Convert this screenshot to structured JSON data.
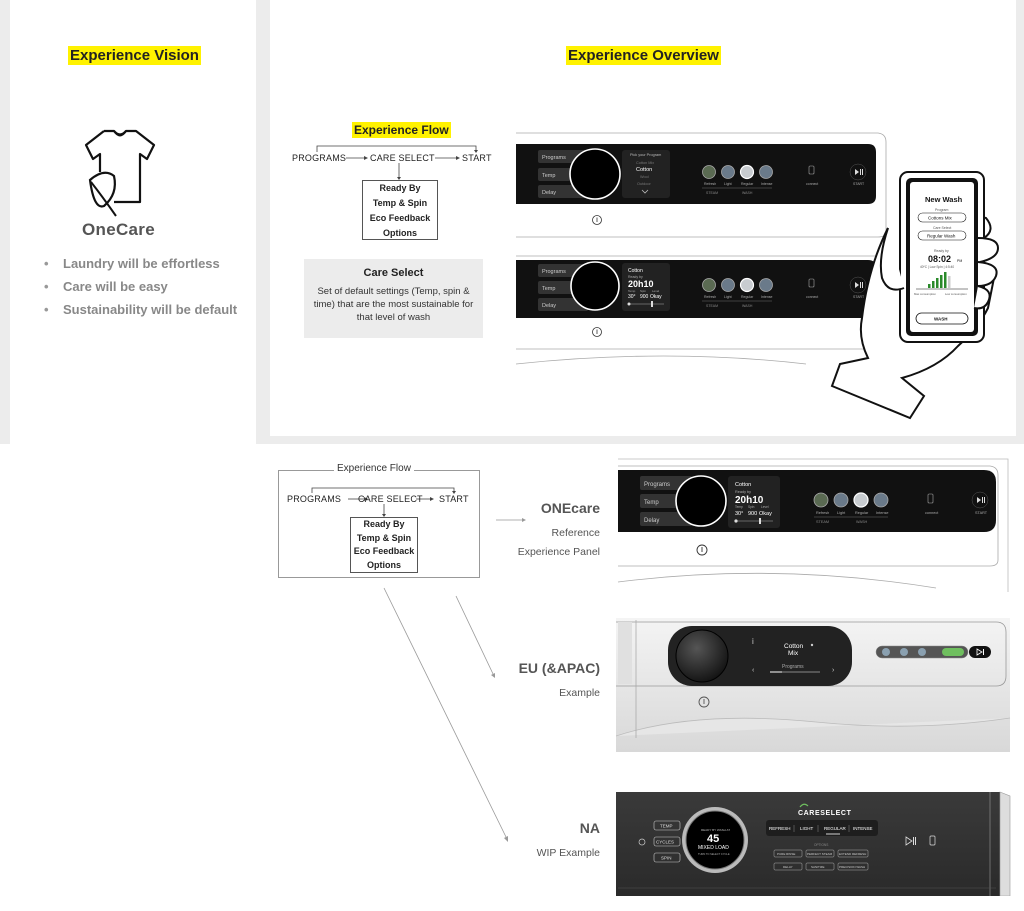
{
  "vision": {
    "title": "Experience Vision",
    "brand": "OneCare",
    "bullets": [
      "Laundry will be effortless",
      "Care will be easy",
      "Sustainability will be default"
    ]
  },
  "overview": {
    "title": "Experience Overview",
    "flow_title": "Experience Flow",
    "flow": {
      "programs": "PROGRAMS",
      "care_select": "CARE SELECT",
      "start": "START",
      "options": [
        "Ready By",
        "Temp & Spin",
        "Eco Feedback",
        "Options"
      ]
    },
    "care_select": {
      "title": "Care Select",
      "description": "Set of default settings (Temp, spin & time) that are the most sustainable for that level of wash"
    },
    "panel1": {
      "left_buttons": [
        "Programs",
        "Temp",
        "Delay"
      ],
      "pick_label": "Pick your Program",
      "list": [
        "Cotton Mix",
        "Cotton",
        "Wool",
        "Outdoor"
      ],
      "care_labels": [
        "Refresh",
        "Light",
        "Regular",
        "Intense"
      ],
      "group_labels": [
        "STEAM",
        "WASH"
      ],
      "connect": "connect",
      "start": "START"
    },
    "panel2": {
      "program": "Cotton",
      "ready_by": "Ready by",
      "time": "20h10",
      "sub_labels": [
        "Temp",
        "Spin",
        "Level"
      ],
      "values": [
        "30°",
        "900",
        "Okay"
      ]
    },
    "phone": {
      "title": "New Wash",
      "program_label": "Program",
      "program_value": "Cottons Mix",
      "care_label": "Care Select",
      "care_value": "Regular Wash",
      "ready_label": "Ready by",
      "time": "08:02",
      "time_suffix": "PM",
      "settings": "40ºC | Low Spin | 4:5:40",
      "consumption": [
        "Max consumption",
        "Low consumption"
      ],
      "button": "WASH"
    }
  },
  "comparison": {
    "flow_title": "Experience Flow",
    "rows": [
      {
        "title": "ONEcare",
        "lines": [
          "Reference",
          "Experience Panel"
        ]
      },
      {
        "title": "EU (&APAC)",
        "lines": [
          "Example"
        ]
      },
      {
        "title": "NA",
        "lines": [
          "WIP Example"
        ]
      }
    ],
    "eu_panel": {
      "program_line1": "Cotton",
      "program_line2": "Mix",
      "menu": "Programs"
    },
    "na_panel": {
      "brand": "CARESELECT",
      "modes": [
        "REFRESH",
        "LIGHT",
        "REGULAR",
        "INTENSE"
      ],
      "left_buttons": [
        "TEMP",
        "CYCLES",
        "SPIN"
      ],
      "dial_top": "READY BY WASH AT",
      "dial_value": "45",
      "dial_label": "MIXED LOAD",
      "dial_bottom": "TURN TO SELECT CYCLE",
      "options_label": "OPTIONS",
      "options": [
        "PURE RINSE",
        "PERFECT STEAM",
        "EXTEND REFRESH",
        "DELAY",
        "SANITIZE",
        "PRECISION WASH"
      ]
    }
  }
}
